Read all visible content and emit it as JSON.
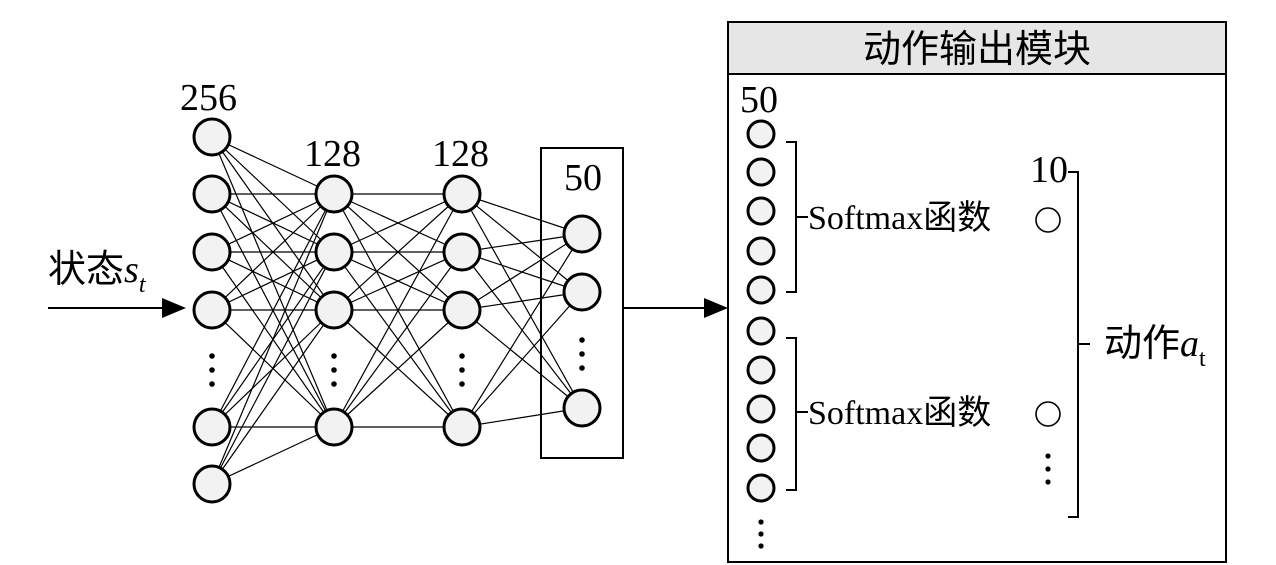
{
  "diagram": {
    "input_label": "状态",
    "input_symbol": "s",
    "input_subscript": "t",
    "layers": [
      {
        "label": "256"
      },
      {
        "label": "128"
      },
      {
        "label": "128"
      },
      {
        "label": "50"
      }
    ],
    "module": {
      "title": "动作输出模块",
      "input_count_label": "50",
      "softmax_label": "Softmax函数",
      "output_count_label": "10",
      "action_label": "动作",
      "action_symbol": "a",
      "action_subscript": "t"
    }
  }
}
